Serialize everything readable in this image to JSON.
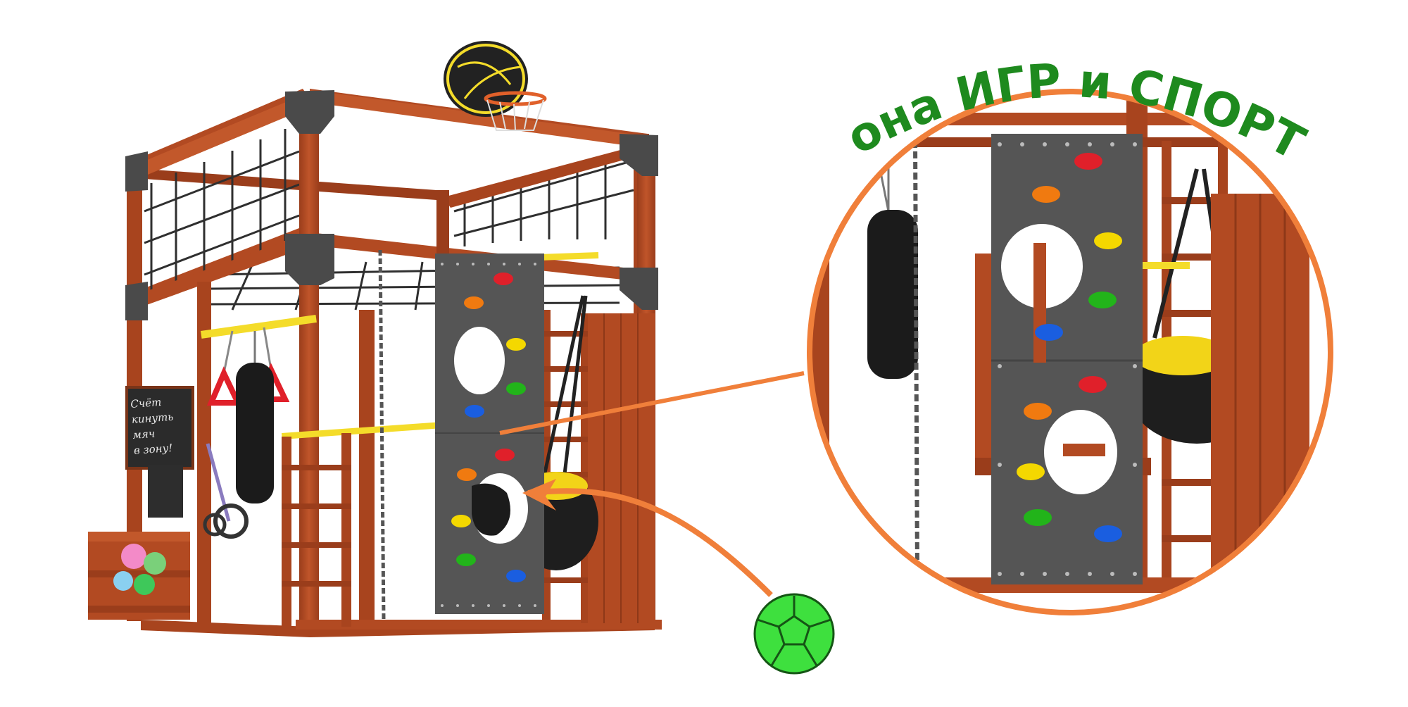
{
  "headline": {
    "text": "Зона ИГР и СПОРТА",
    "color": "#1e8a1e"
  },
  "chalkboard": {
    "line1": "Счёт",
    "line2": "кинуть мяч",
    "line3": "в зону!"
  },
  "colors": {
    "wood": "#b24a22",
    "wood_dark": "#8e3818",
    "climbing_wall": "#555555",
    "accent_arrow": "#f07f3a",
    "ball_green": "#3ee03e",
    "hold_red": "#e0202a",
    "hold_orange": "#f07a10",
    "hold_yellow": "#f4d800",
    "hold_green": "#22b41a",
    "hold_blue": "#1a5ee0"
  },
  "icons": [
    "basketball-hoop-icon",
    "punching-bag-icon",
    "gymnastic-rings-icon",
    "soccer-ball-icon",
    "climbing-hold-icon"
  ]
}
